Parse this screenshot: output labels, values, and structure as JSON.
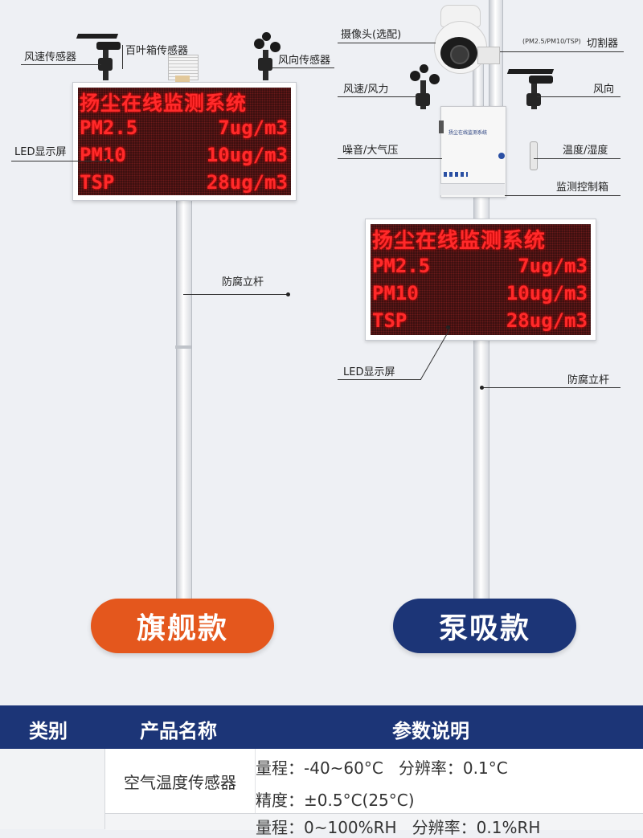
{
  "left_product": {
    "labels": {
      "wind_speed_sensor": "风速传感器",
      "louver_box_sensor": "百叶箱传感器",
      "wind_direction_sensor": "风向传感器",
      "led_display": "LED显示屏",
      "anti_corrosion_pole": "防腐立杆"
    },
    "led": {
      "title": "扬尘在线监测系统",
      "rows": [
        {
          "name": "PM2.5",
          "value": "7ug/m3"
        },
        {
          "name": "PM10",
          "value": "10ug/m3"
        },
        {
          "name": "TSP",
          "value": "28ug/m3"
        }
      ]
    },
    "button_label": "旗舰款",
    "button_color": "#e4571d"
  },
  "right_product": {
    "labels": {
      "camera": "摄像头(选配)",
      "cutter": "(PM2.5/PM10/TSP)",
      "cutter_suffix": "切割器",
      "wind_speed_force": "风速/风力",
      "wind_direction": "风向",
      "noise_pressure": "噪音/大气压",
      "temp_humidity": "温度/湿度",
      "control_box": "监测控制箱",
      "led_display": "LED显示屏",
      "anti_corrosion_pole": "防腐立杆"
    },
    "box_text": "扬尘在线监测系统",
    "led": {
      "title": "扬尘在线监测系统",
      "rows": [
        {
          "name": "PM2.5",
          "value": "7ug/m3"
        },
        {
          "name": "PM10",
          "value": "10ug/m3"
        },
        {
          "name": "TSP",
          "value": "28ug/m3"
        }
      ]
    },
    "button_label": "泵吸款",
    "button_color": "#1c3577"
  },
  "table": {
    "headers": [
      "类别",
      "产品名称",
      "参数说明"
    ],
    "rows": [
      {
        "product": "空气温度传感器",
        "specs": [
          "量程：-40~60°C   分辨率：0.1°C",
          "精度：±0.5°C(25°C)"
        ]
      },
      {
        "product": "",
        "specs": [
          "量程：0~100%RH   分辨率：0.1%RH"
        ]
      }
    ]
  }
}
